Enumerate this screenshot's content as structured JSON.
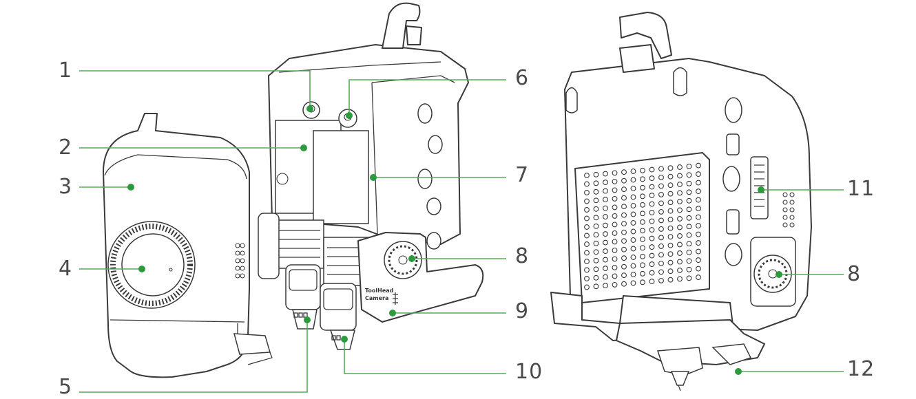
{
  "callouts": {
    "c1": "1",
    "c2": "2",
    "c3": "3",
    "c4": "4",
    "c5": "5",
    "c6": "6",
    "c7": "7",
    "c8a": "8",
    "c8b": "8",
    "c9": "9",
    "c10": "10",
    "c11": "11",
    "c12": "12"
  },
  "module_text": {
    "line1": "ToolHead",
    "line2": "Camera"
  },
  "colors": {
    "accent": "#2e9a3e",
    "outline": "#3a3a3a",
    "label": "#4a4a4a"
  }
}
